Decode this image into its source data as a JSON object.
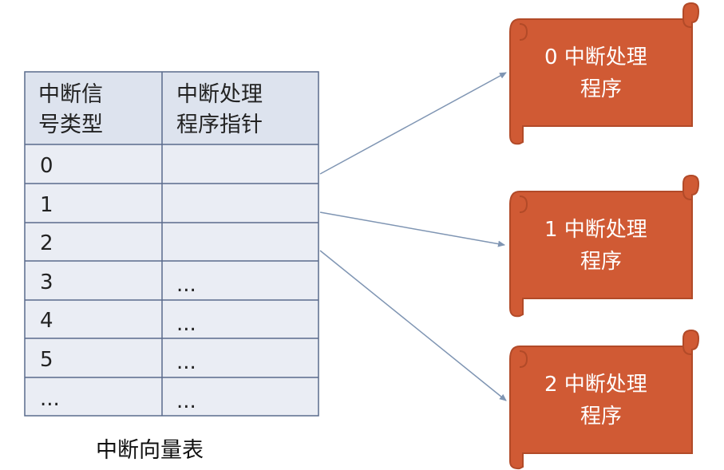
{
  "table": {
    "header": {
      "col1": [
        "中断信",
        "号类型"
      ],
      "col2": [
        "中断处理",
        "程序指针"
      ]
    },
    "rows": [
      {
        "type": "0",
        "pointer": ""
      },
      {
        "type": "1",
        "pointer": ""
      },
      {
        "type": "2",
        "pointer": ""
      },
      {
        "type": "3",
        "pointer": "..."
      },
      {
        "type": "4",
        "pointer": "..."
      },
      {
        "type": "5",
        "pointer": "..."
      },
      {
        "type": "...",
        "pointer": "..."
      }
    ],
    "caption": "中断向量表"
  },
  "handlers": [
    {
      "lines": [
        "0 中断处理",
        "程序"
      ]
    },
    {
      "lines": [
        "1 中断处理",
        "程序"
      ]
    },
    {
      "lines": [
        "2 中断处理",
        "程序"
      ]
    }
  ],
  "colors": {
    "header_bg": "#dde3ee",
    "row_bg": "#eaedf4",
    "grid": "#5a6b8c",
    "scroll_fill": "#d05a34",
    "scroll_stroke": "#b24a28",
    "arrow": "#7f95b3"
  }
}
